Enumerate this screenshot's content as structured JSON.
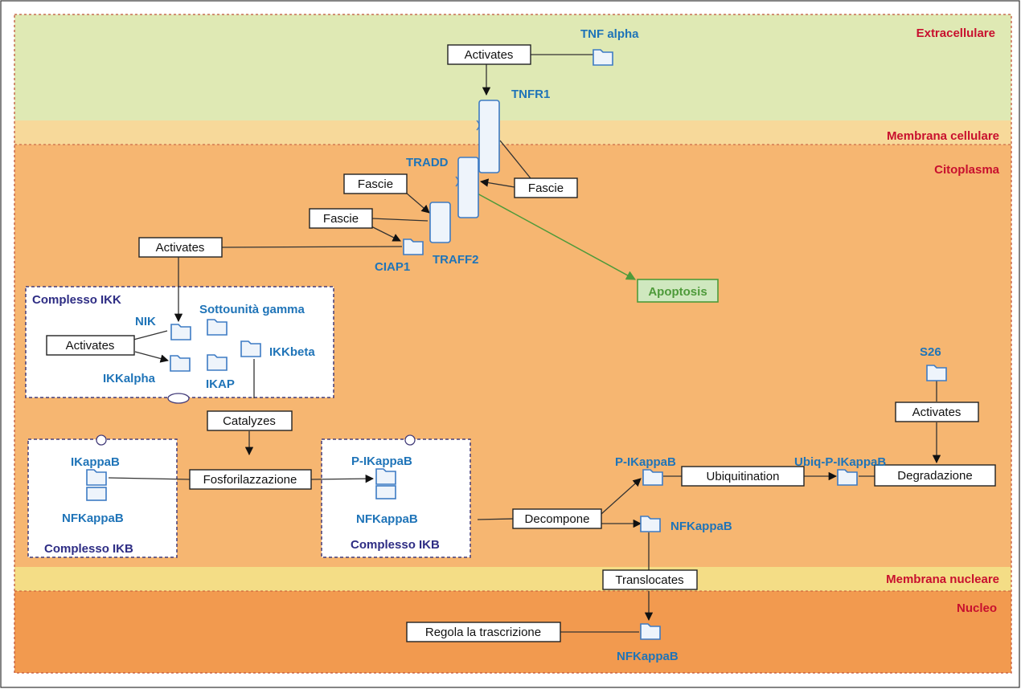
{
  "zones": {
    "extracellular": "Extracellulare",
    "cell_membrane": "Membrana cellulare",
    "cytoplasm": "Citoplasma",
    "nuclear_membrane": "Membrana nucleare",
    "nucleus": "Nucleo"
  },
  "proteins": {
    "tnf_alpha": "TNF alpha",
    "tnfr1": "TNFR1",
    "tradd": "TRADD",
    "traff2": "TRAFF2",
    "ciap1": "CIAP1",
    "nik": "NIK",
    "gamma_subunit": "Sottounità gamma",
    "ikkbeta": "IKKbeta",
    "ikkalpha": "IKKalpha",
    "ikap": "IKAP",
    "s26": "S26",
    "ikappab_1": "IKappaB",
    "nfkappab_1": "NFKappaB",
    "p_ikappab_1": "P-IKappaB",
    "nfkappab_2": "NFKappaB",
    "p_ikappab_2": "P-IKappaB",
    "ubiq_p_ikappab": "Ubiq-P-IKappaB",
    "nfkappab_3": "NFKappaB",
    "nfkappab_nucleus": "NFKappaB",
    "apoptosis": "Apoptosis"
  },
  "complexes": {
    "ikk": "Complesso IKK",
    "ikb_1": "Complesso IKB",
    "ikb_2": "Complesso IKB"
  },
  "actions": {
    "activates_tnf": "Activates",
    "fascie_right": "Fascie",
    "fascie_left_1": "Fascie",
    "fascie_left_2": "Fascie",
    "activates_ciap": "Activates",
    "activates_ikk": "Activates",
    "catalyzes": "Catalyzes",
    "fosforilazzazione": "Fosforilazzazione",
    "decompone": "Decompone",
    "ubiquitination": "Ubiquitination",
    "activates_s26": "Activates",
    "degradazione": "Degradazione",
    "translocates": "Translocates",
    "regola": "Regola la trascrizione"
  },
  "colors": {
    "extracellular_bg": "#dfe9b4",
    "membrane_bg": "#f7d99a",
    "cytoplasm_bg": "#f6b671",
    "nucleus_bg": "#f29a4f",
    "zone_label": "#c8102e",
    "protein_label": "#1f74b8",
    "complex_label": "#2e2d84",
    "apoptosis": "#4e9a3a"
  }
}
